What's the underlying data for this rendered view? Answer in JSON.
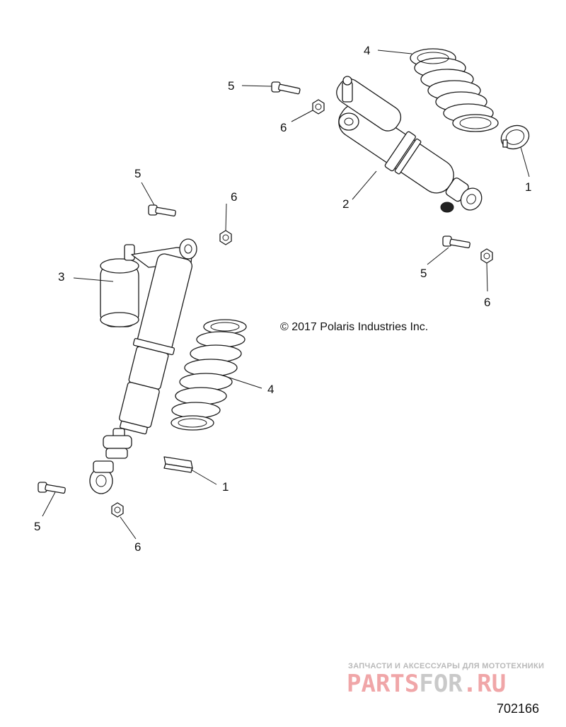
{
  "callouts": {
    "c4_top": "4",
    "c5_top": "5",
    "c6_top": "6",
    "c1_right": "1",
    "c2": "2",
    "c5_right": "5",
    "c6_right": "6",
    "c5_left_top": "5",
    "c6_left_top": "6",
    "c3": "3",
    "c4_left": "4",
    "c1_left": "1",
    "c5_left_bottom": "5",
    "c6_left_bottom": "6"
  },
  "copyright": "© 2017 Polaris Industries Inc.",
  "figure_number": "702166",
  "watermark": {
    "tagline": "ЗАПЧАСТИ И АКСЕССУАРЫ ДЛЯ МОТОТЕХНИКИ",
    "logo_part1": "PARTS",
    "logo_part2": "FOR",
    "logo_part3": ".RU"
  }
}
